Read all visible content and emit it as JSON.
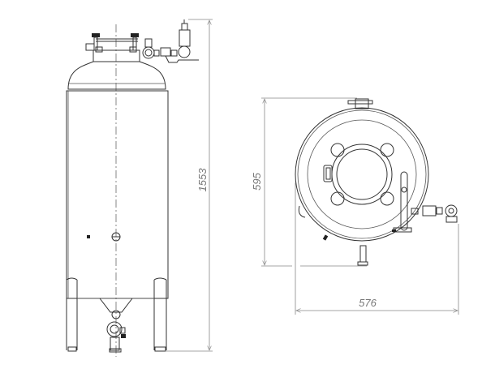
{
  "drawing": {
    "front_view": {
      "height_dimension": "1553"
    },
    "top_view": {
      "depth_dimension": "595",
      "width_dimension": "576"
    }
  }
}
